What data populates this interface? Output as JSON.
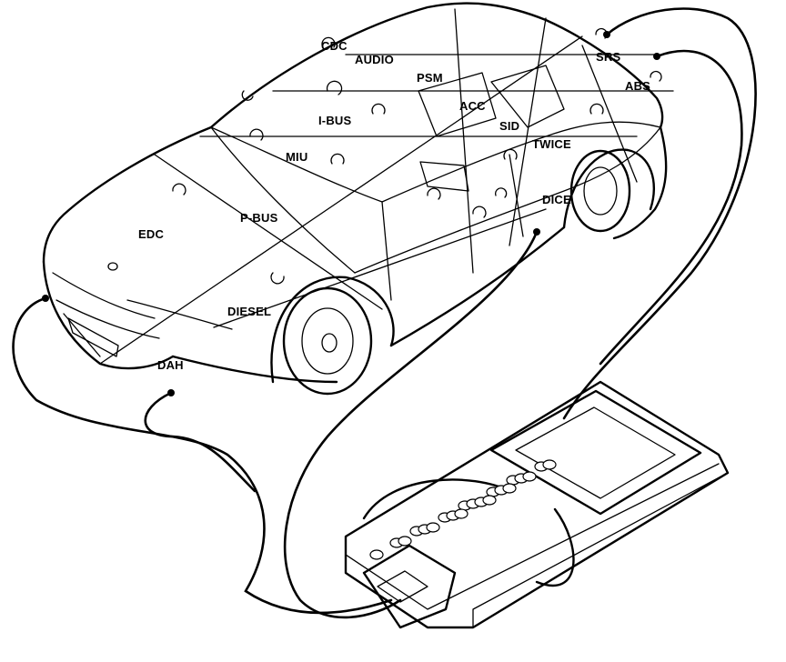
{
  "modules": [
    {
      "id": "cdc",
      "label": "CDC"
    },
    {
      "id": "audio",
      "label": "AUDIO"
    },
    {
      "id": "srs",
      "label": "SRS"
    },
    {
      "id": "psm",
      "label": "PSM"
    },
    {
      "id": "abs",
      "label": "ABS"
    },
    {
      "id": "acc",
      "label": "ACC"
    },
    {
      "id": "i-bus",
      "label": "I-BUS"
    },
    {
      "id": "sid",
      "label": "SID"
    },
    {
      "id": "twice",
      "label": "TWICE"
    },
    {
      "id": "miu",
      "label": "MIU"
    },
    {
      "id": "dice",
      "label": "DICE"
    },
    {
      "id": "edc",
      "label": "EDC"
    },
    {
      "id": "p-bus",
      "label": "P-BUS"
    },
    {
      "id": "diesel",
      "label": "DIESEL"
    },
    {
      "id": "dah",
      "label": "DAH"
    }
  ],
  "device": {
    "name": "diagnostic-tester",
    "keys_rows": [
      3,
      4,
      5,
      5,
      4
    ]
  }
}
